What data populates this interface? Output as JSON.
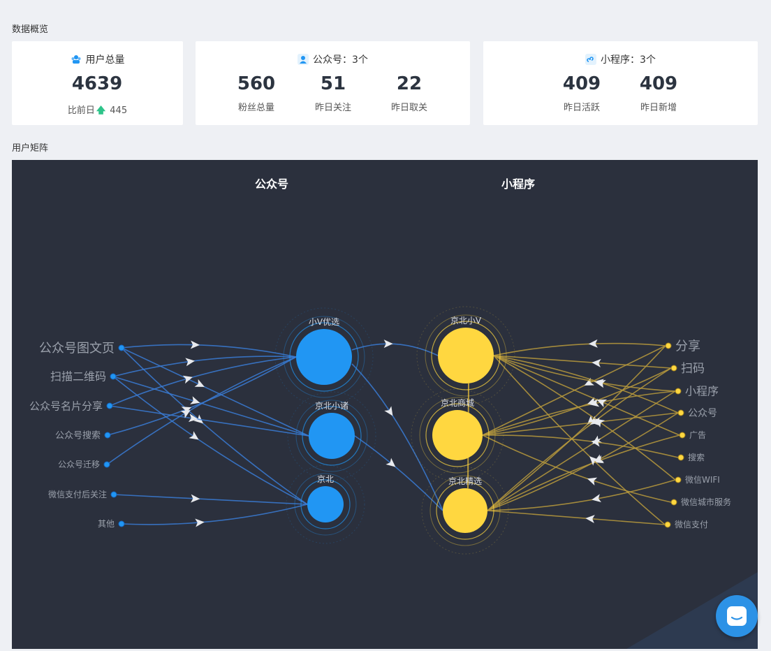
{
  "overview": {
    "title": "数据概览",
    "users": {
      "title": "用户总量",
      "total": "4639",
      "compare_label": "比前日",
      "compare_value": "445"
    },
    "official": {
      "title": "公众号：3个",
      "stats": [
        {
          "value": "560",
          "label": "粉丝总量"
        },
        {
          "value": "51",
          "label": "昨日关注"
        },
        {
          "value": "22",
          "label": "昨日取关"
        }
      ]
    },
    "miniapp": {
      "title": "小程序：3个",
      "stats": [
        {
          "value": "409",
          "label": "昨日活跃"
        },
        {
          "value": "409",
          "label": "昨日新增"
        }
      ]
    }
  },
  "matrix": {
    "title": "用户矩阵",
    "col_official": "公众号",
    "col_miniapp": "小程序",
    "left_sources": [
      "公众号图文页",
      "扫描二维码",
      "公众号名片分享",
      "公众号搜索",
      "公众号迁移",
      "微信支付后关注",
      "其他"
    ],
    "official_nodes": [
      "小V优选",
      "京北小诸",
      "京北"
    ],
    "miniapp_nodes": [
      "京北小V",
      "京北商城",
      "京北精选"
    ],
    "right_sources": [
      "分享",
      "扫码",
      "小程序",
      "公众号",
      "广告",
      "搜索",
      "微信WIFI",
      "微信城市服务",
      "微信支付"
    ],
    "colors": {
      "official": "#2196f3",
      "miniapp": "#ffd740",
      "official_link": "#3a7bd5",
      "miniapp_link": "#b89a3c",
      "background": "#2b303d"
    }
  }
}
